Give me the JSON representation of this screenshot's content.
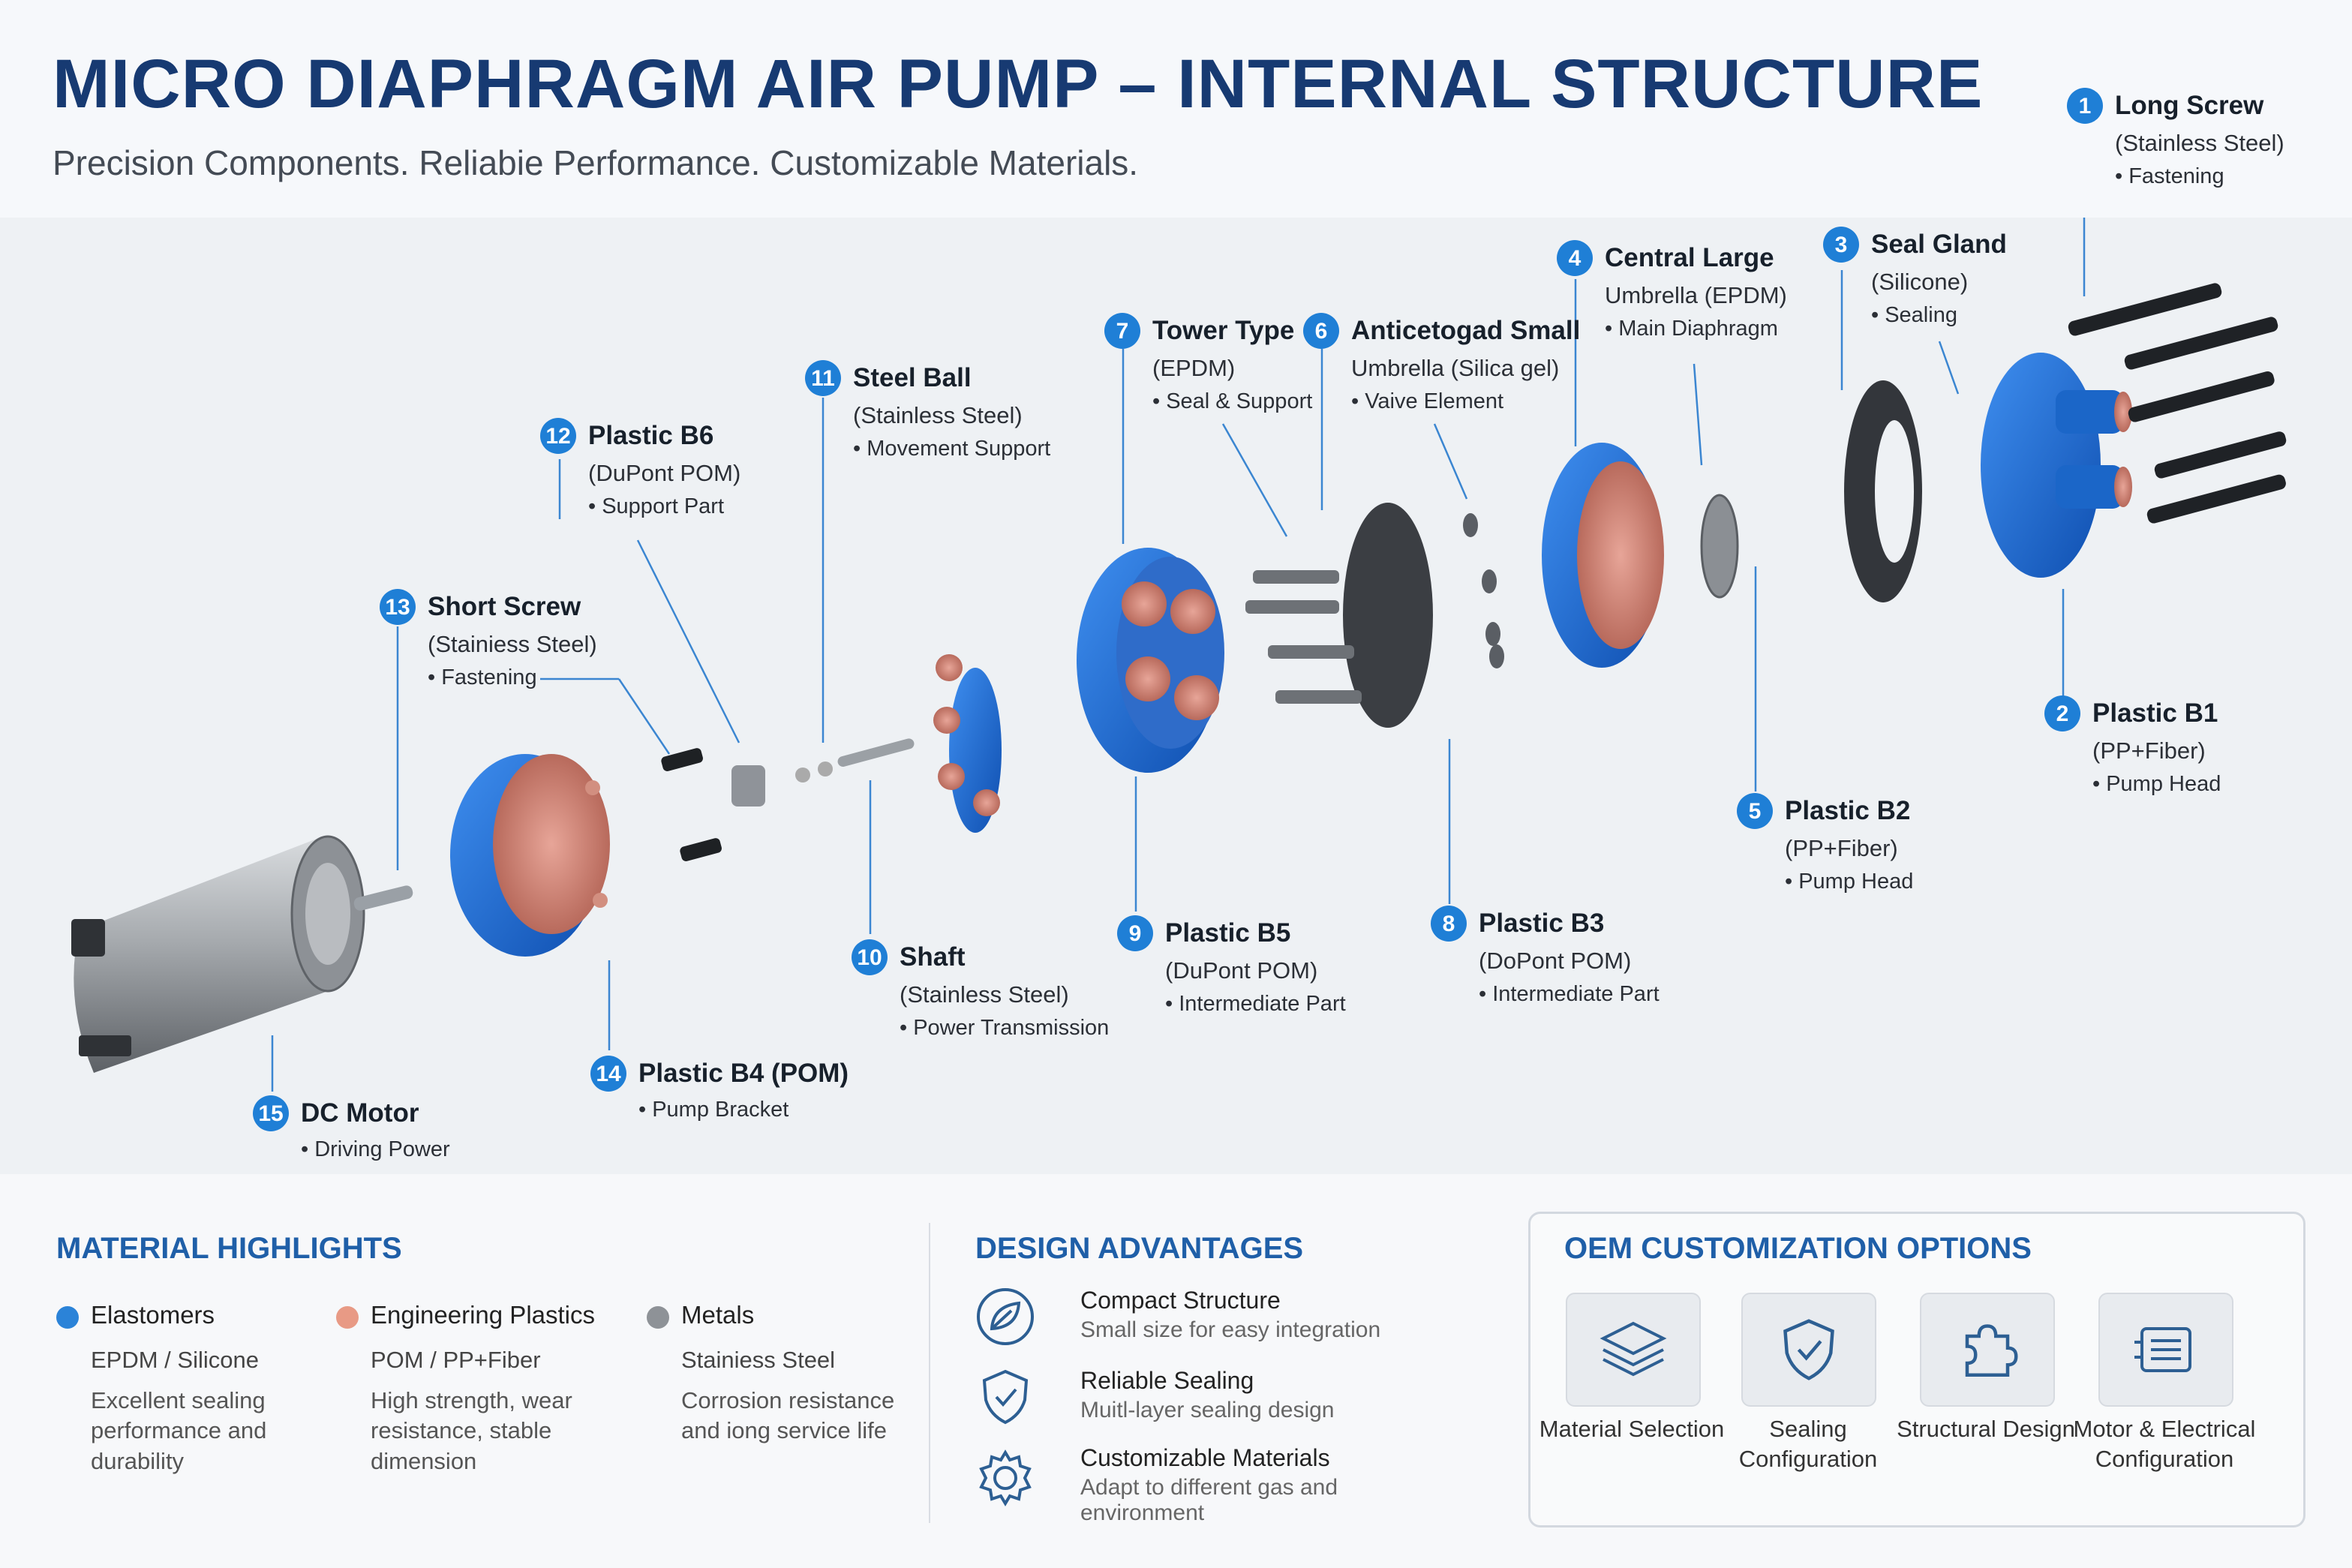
{
  "title": "MICRO DIAPHRAGM AIR PUMP – INTERNAL STRUCTURE",
  "subtitle": "Precision Components. Reliabie Performance. Customizable Materials.",
  "colors": {
    "accent": "#1f7fd6",
    "title": "#173a72",
    "elastomer": "#2b83d8",
    "plastic": "#e89a85",
    "metal": "#8e9297"
  },
  "components": [
    {
      "num": "1",
      "name": "Long Screw",
      "material": "(Stainless Steel)",
      "use": "• Fastening"
    },
    {
      "num": "2",
      "name": "Plastic B1",
      "material": "(PP+Fiber)",
      "use": "• Pump Head"
    },
    {
      "num": "3",
      "name": "Seal Gland",
      "material": "(Silicone)",
      "use": "• Sealing"
    },
    {
      "num": "4",
      "name": "Central Large",
      "material": "Umbrella (EPDM)",
      "use": "• Main Diaphragm"
    },
    {
      "num": "5",
      "name": "Plastic B2",
      "material": "(PP+Fiber)",
      "use": "• Pump Head"
    },
    {
      "num": "6",
      "name": "Anticetogad Small",
      "material": "Umbrella (Silica gel)",
      "use": "• Vaive Element"
    },
    {
      "num": "7",
      "name": "Tower Type",
      "material": "(EPDM)",
      "use": "• Seal & Support"
    },
    {
      "num": "8",
      "name": "Plastic B3",
      "material": "(DoPont POM)",
      "use": "• Intermediate Part"
    },
    {
      "num": "9",
      "name": "Plastic B5",
      "material": "(DuPont POM)",
      "use": "• Intermediate Part"
    },
    {
      "num": "10",
      "name": "Shaft",
      "material": "(Stainless Steel)",
      "use": "• Power Transmission"
    },
    {
      "num": "11",
      "name": "Steel Ball",
      "material": "(Stainless Steel)",
      "use": "• Movement Support"
    },
    {
      "num": "12",
      "name": "Plastic B6",
      "material": "(DuPont POM)",
      "use": "• Support Part"
    },
    {
      "num": "13",
      "name": "Short Screw",
      "material": "(Stainiess Steel)",
      "use": "• Fastening"
    },
    {
      "num": "14",
      "name": "Plastic B4 (POM)",
      "material": "",
      "use": "• Pump Bracket"
    },
    {
      "num": "15",
      "name": "DC Motor",
      "material": "",
      "use": "• Driving Power"
    }
  ],
  "material_highlights": {
    "title": "MATERIAL HIGHLIGHTS",
    "items": [
      {
        "name": "Elastomers",
        "materials": "EPDM / Silicone",
        "desc": "Excellent sealing performance and durability"
      },
      {
        "name": "Engineering Plastics",
        "materials": "POM / PP+Fiber",
        "desc": "High strength, wear resistance, stable dimension"
      },
      {
        "name": "Metals",
        "materials": "Stainiess Steel",
        "desc": "Corrosion resistance and iong service life"
      }
    ]
  },
  "design_advantages": {
    "title": "DESIGN ADVANTAGES",
    "items": [
      {
        "title": "Compact Structure",
        "desc": "Small size for easy integration",
        "icon": "leaf-icon"
      },
      {
        "title": "Reliable Sealing",
        "desc": "Muitl-layer sealing design",
        "icon": "shield-check-icon"
      },
      {
        "title": "Customizable Materials",
        "desc": "Adapt to different gas and environment",
        "icon": "gear-icon"
      }
    ]
  },
  "oem": {
    "title": "OEM CUSTOMIZATION OPTIONS",
    "items": [
      {
        "label": "Material Selection",
        "icon": "layers-icon"
      },
      {
        "label": "Sealing Configuration",
        "icon": "shield-check-icon"
      },
      {
        "label": "Structural Design",
        "icon": "puzzle-icon"
      },
      {
        "label": "Motor & Electrical Configuration",
        "icon": "motor-icon"
      }
    ]
  }
}
